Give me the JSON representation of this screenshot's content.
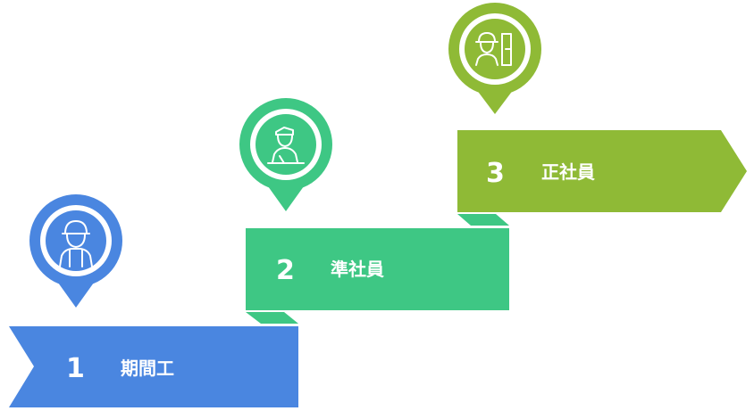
{
  "steps": [
    {
      "number": "1",
      "title": "期間工",
      "color": "#4a86e0",
      "fold_color": "#3b72c8",
      "icon": "worker-cap-icon"
    },
    {
      "number": "2",
      "title": "準社員",
      "color": "#3ec784",
      "fold_color": "#2fae6e",
      "icon": "worker-desk-icon"
    },
    {
      "number": "3",
      "title": "正社員",
      "color": "#8fba36",
      "fold_color": "#78a22a",
      "icon": "worker-helmet-icon"
    }
  ]
}
